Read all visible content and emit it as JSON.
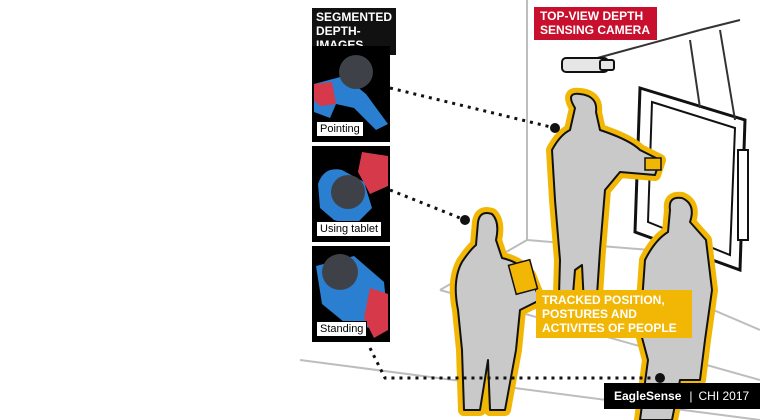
{
  "labels": {
    "segmented_title": "SEGMENTED DEPTH-IMAGES",
    "camera": "TOP-VIEW DEPTH SENSING CAMERA",
    "tracked": "TRACKED POSITION, POSTURES AND ACTIVITES OF PEOPLE"
  },
  "thumbnails": [
    {
      "label": "Pointing"
    },
    {
      "label": "Using tablet"
    },
    {
      "label": "Standing"
    }
  ],
  "credit": {
    "brand": "EagleSense",
    "separator": "|",
    "venue": "CHI 2017"
  },
  "colors": {
    "yellow": "#f2b705",
    "red": "#c8102e",
    "blue": "#2a7fd0",
    "pink": "#d63a4a",
    "head": "#3e4248",
    "person": "#c9c9c9"
  }
}
